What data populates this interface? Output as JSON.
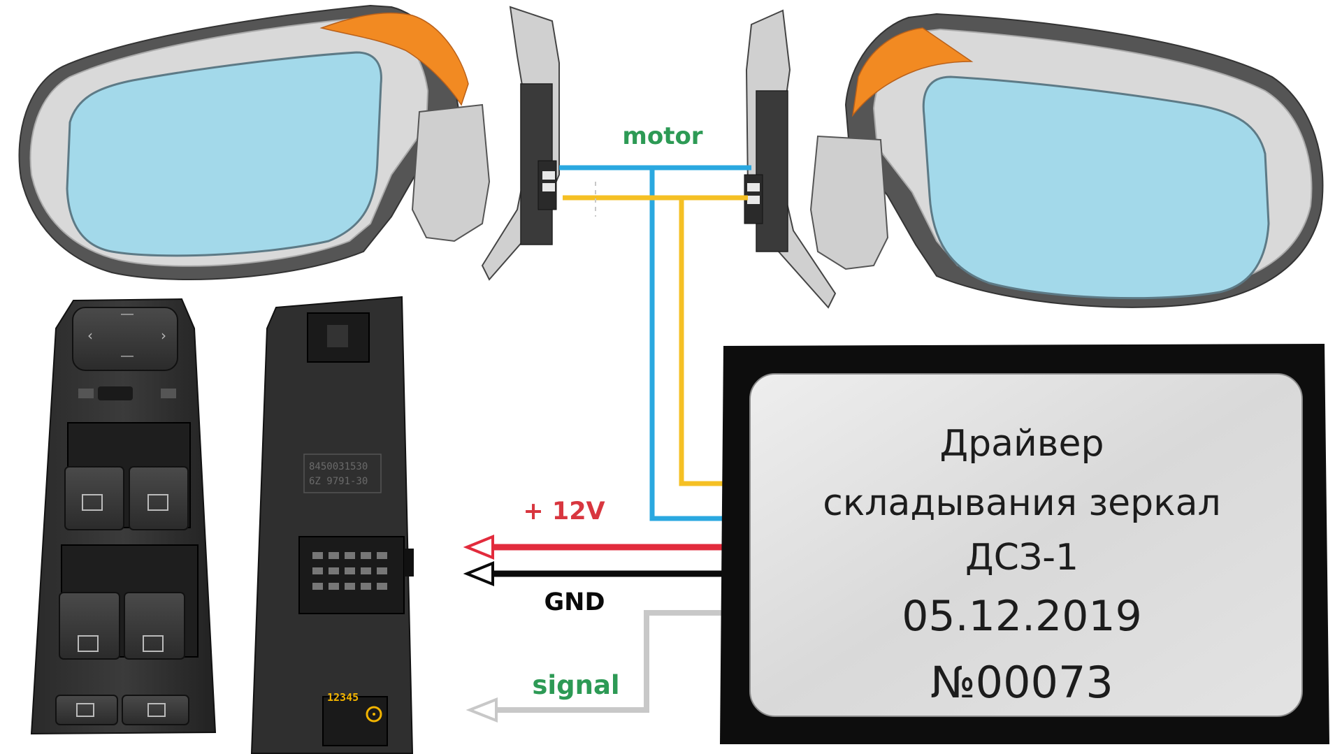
{
  "wires": {
    "motor": {
      "label": "motor",
      "color": "#2aa8e0",
      "label_color": "#2d9a55"
    },
    "secondary": {
      "color": "#f5c024"
    },
    "power": {
      "label": "+ 12V",
      "color": "#e22b3c",
      "label_color": "#d8363f"
    },
    "ground": {
      "label": "GND",
      "color": "#0a0a0a",
      "label_color": "#0a0a0a"
    },
    "signal": {
      "label": "signal",
      "color": "#c8c8c8",
      "label_color": "#2d9a55"
    }
  },
  "driver_label": {
    "line1": "Драйвер",
    "line2": "складывания зеркал",
    "line3": "ДСЗ-1",
    "date": "05.12.2019",
    "serial": "№00073"
  },
  "switch_unit": {
    "part_number_1": "8450031530",
    "part_number_2": "6Z 9791-30",
    "pin_numbers": "12345"
  },
  "mirrors": {
    "glass_color": "#a3d9ea",
    "turn_signal_color": "#f28a22"
  },
  "icons": {
    "mirror_left": "side-mirror-icon",
    "mirror_right": "side-mirror-icon",
    "window_switch": "window-switch-icon"
  }
}
